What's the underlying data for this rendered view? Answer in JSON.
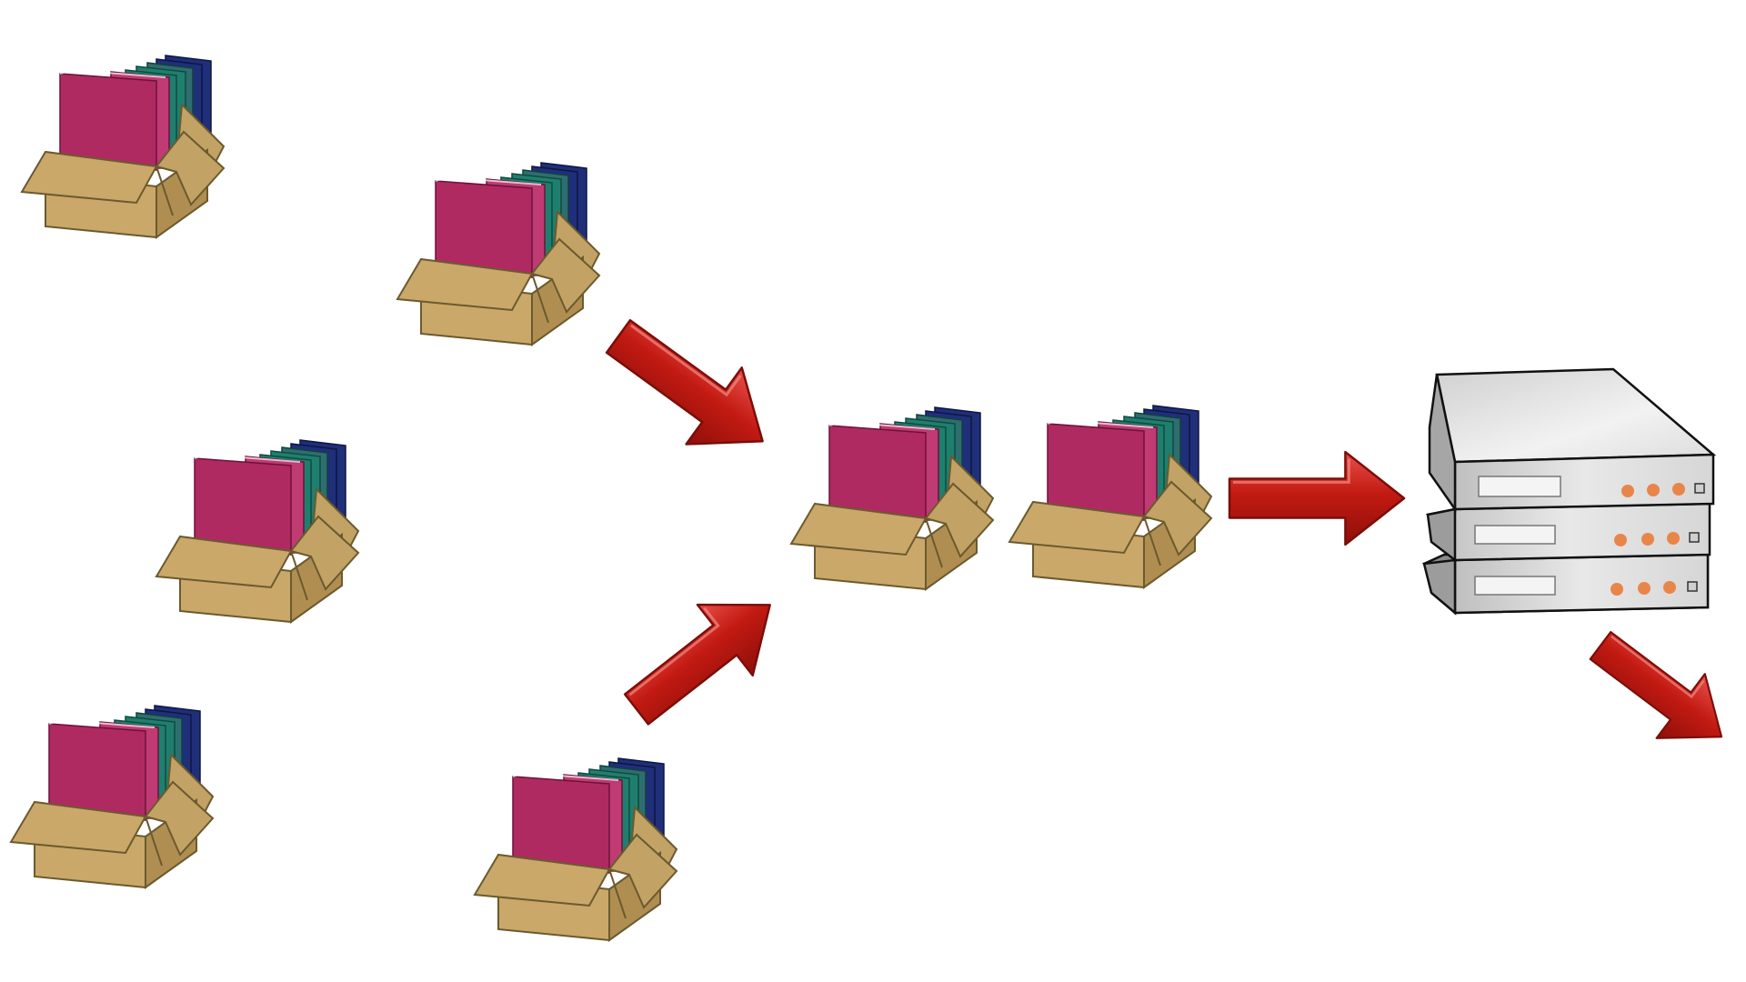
{
  "diagram": {
    "background": "#ffffff",
    "colors": {
      "box_light": "#c9a86a",
      "box_dark": "#b08e52",
      "box_stroke": "#6b5a2e",
      "book_pink": "#b02a62",
      "book_teal": "#1f7f6e",
      "book_green": "#2e6e6e",
      "book_navy": "#1f2f7a",
      "arrow_fill": "#b3150f",
      "arrow_highlight": "#e8504a",
      "arrow_stroke": "#7a0d08",
      "server_light": "#e6e6e6",
      "server_mid": "#bdbdbd",
      "server_dark": "#8a8a8a",
      "server_stroke": "#111111",
      "server_led": "#e8864a"
    },
    "packages": [
      {
        "name": "package-left-top"
      },
      {
        "name": "package-left-middle"
      },
      {
        "name": "package-left-bottom"
      },
      {
        "name": "package-center-top"
      },
      {
        "name": "package-center-bottom"
      },
      {
        "name": "package-queued-1"
      },
      {
        "name": "package-queued-2"
      }
    ],
    "arrows": [
      {
        "name": "arrow-to-queue-top"
      },
      {
        "name": "arrow-to-queue-bottom"
      },
      {
        "name": "arrow-to-server"
      },
      {
        "name": "arrow-from-server"
      }
    ],
    "server": {
      "name": "server-stack",
      "units": 3
    }
  }
}
